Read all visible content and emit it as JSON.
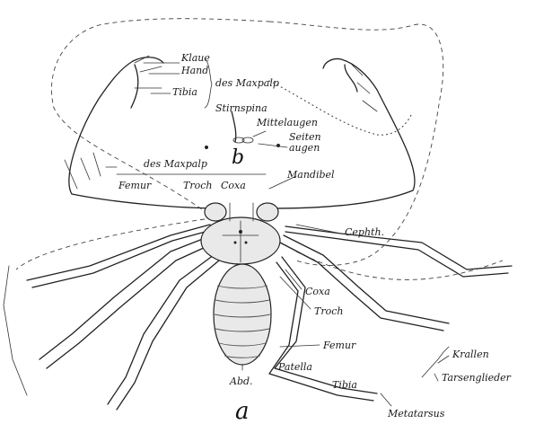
{
  "labels": {
    "klaue": "Klaue",
    "hand": "Hand",
    "tibia_palp": "Tibia",
    "des_maxpalp_top": "des Maxpalp",
    "stirnspina": "Stirnspina",
    "mittelaugen": "Mittelaugen",
    "seiten": "Seiten",
    "augen": "augen",
    "b": "b",
    "des_maxpalp_low": "des Maxpalp",
    "femur_top": "Femur",
    "troch_top": "Troch",
    "coxa_top": "Coxa",
    "mandibel": "Mandibel",
    "cephth": "Cephth.",
    "coxa": "Coxa",
    "troch": "Troch",
    "femur": "Femur",
    "krallen": "Krallen",
    "tarsenglieder": "Tarsenglieder",
    "patella": "Patella",
    "tibia": "Tibia",
    "metatarsus": "Metatarsus",
    "abd": "Abd.",
    "a": "a"
  }
}
